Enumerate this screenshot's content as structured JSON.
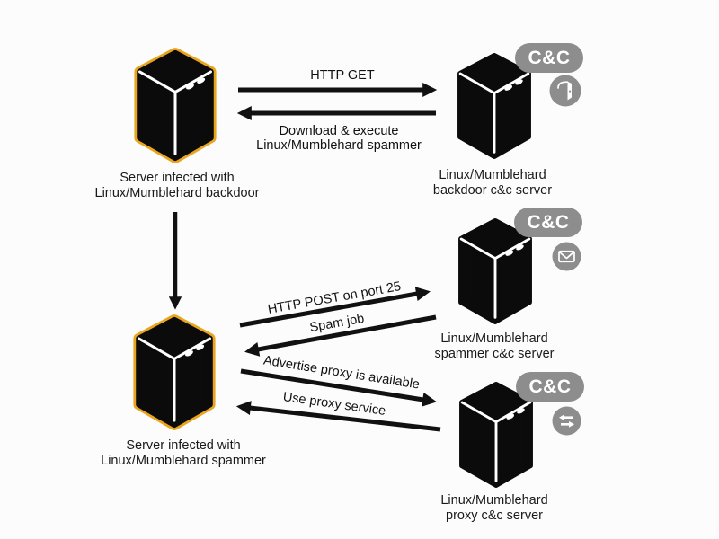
{
  "diagram": {
    "title_hint": "Linux/Mumblehard malware infrastructure diagram",
    "badge_label": "C&C",
    "nodes": {
      "backdoor_infected": {
        "label": [
          "Server infected with",
          "Linux/Mumblehard backdoor"
        ]
      },
      "backdoor_cc": {
        "label": [
          "Linux/Mumblehard",
          "backdoor c&c server"
        ]
      },
      "spammer_cc": {
        "label": [
          "Linux/Mumblehard",
          "spammer c&c server"
        ]
      },
      "spammer_infected": {
        "label": [
          "Server infected with",
          "Linux/Mumblehard spammer"
        ]
      },
      "proxy_cc": {
        "label": [
          "Linux/Mumblehard",
          "proxy c&c server"
        ]
      }
    },
    "edges": {
      "http_get": {
        "label": "HTTP GET",
        "from": "backdoor_infected",
        "to": "backdoor_cc"
      },
      "download_execute": {
        "label": [
          "Download & execute",
          "Linux/Mumblehard spammer"
        ],
        "from": "backdoor_cc",
        "to": "backdoor_infected"
      },
      "installs": {
        "label": "",
        "from": "backdoor_infected",
        "to": "spammer_infected"
      },
      "http_post": {
        "label": "HTTP POST on port 25",
        "from": "spammer_infected",
        "to": "spammer_cc"
      },
      "spam_job": {
        "label": "Spam job",
        "from": "spammer_cc",
        "to": "spammer_infected"
      },
      "advertise_proxy": {
        "label": "Advertise proxy is available",
        "from": "spammer_infected",
        "to": "proxy_cc"
      },
      "use_proxy": {
        "label": "Use proxy service",
        "from": "proxy_cc",
        "to": "spammer_infected"
      }
    },
    "icons": {
      "backdoor_cc": "door-icon",
      "spammer_cc": "envelope-icon",
      "proxy_cc": "transfer-arrows-icon"
    },
    "colors": {
      "infected_outline_yellow": "#EAA51E",
      "server_black": "#0b0b0b",
      "badge_gray": "#8d8d8d",
      "arrow_black": "#111111",
      "text": "#1a1a1a",
      "background": "#fcfcfc"
    }
  }
}
